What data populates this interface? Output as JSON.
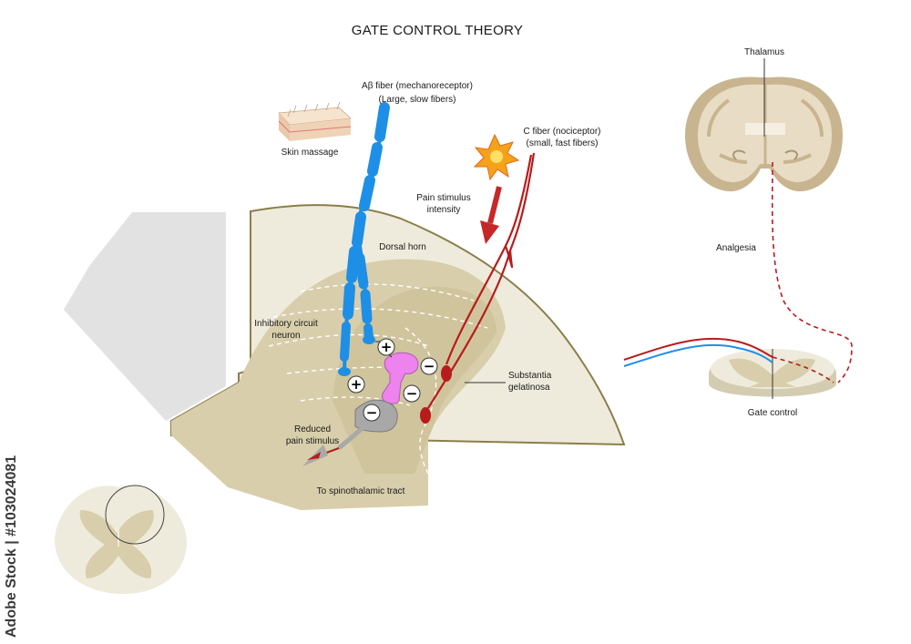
{
  "title": "GATE CONTROL THEORY",
  "labels": {
    "ab_fiber_line1": "Aβ fiber (mechanoreceptor)",
    "ab_fiber_line2": "(Large, slow fibers)",
    "skin_massage": "Skin massage",
    "c_fiber_line1": "C fiber (nociceptor)",
    "c_fiber_line2": "(small, fast fibers)",
    "pain_line1": "Pain stimulus",
    "pain_line2": "intensity",
    "dorsal_horn": "Dorsal horn",
    "inhibitory_line1": "Inhibitory circuit",
    "inhibitory_line2": "neuron",
    "substantia_line1": "Substantia",
    "substantia_line2": "gelatinosa",
    "reduced_line1": "Reduced",
    "reduced_line2": "pain stimulus",
    "spinothalamic": "To spinothalamic tract",
    "thalamus": "Thalamus",
    "analgesia": "Analgesia",
    "gate_control": "Gate control"
  },
  "signs": {
    "plus": "+",
    "minus": "−"
  },
  "watermark": "Adobe Stock | #103024081",
  "colors": {
    "blue_fiber": "#1e8fe6",
    "red_fiber": "#b71c1c",
    "inhibitory_neuron": "#ee82ee",
    "gray_matter": "#d8ceab",
    "white_matter": "#efebdc",
    "brain_tissue": "#e9dcc4",
    "cortex": "#c8b48f"
  }
}
